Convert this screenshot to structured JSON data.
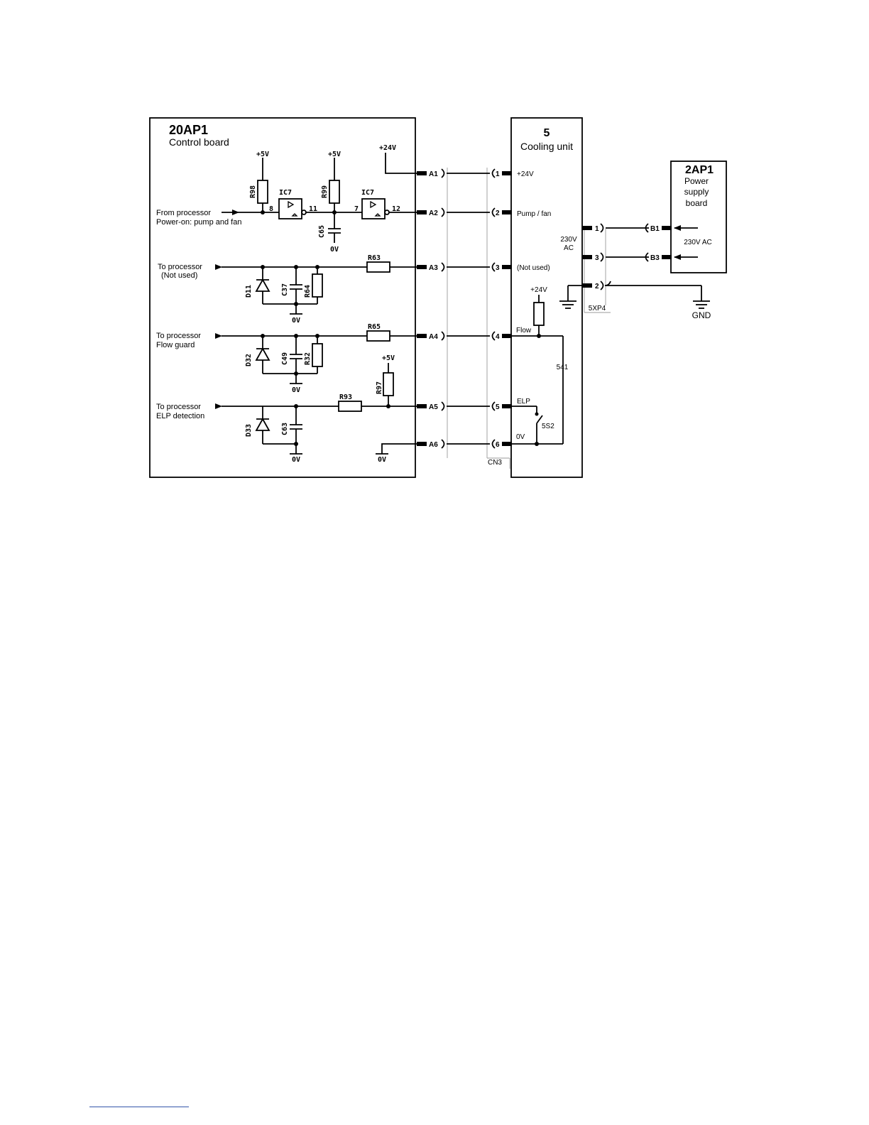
{
  "control_board": {
    "id": "20AP1",
    "name": "Control board"
  },
  "cooling_unit": {
    "id": "5",
    "name": "Cooling unit"
  },
  "power_board": {
    "id": "2AP1",
    "name_lines": [
      "Power",
      "supply",
      "board"
    ],
    "output": "230V AC"
  },
  "supplies": {
    "p5v": "+5V",
    "p24v": "+24V",
    "zero_v": "0V"
  },
  "components": {
    "R98": "R98",
    "R99": "R99",
    "IC7": "IC7",
    "C65": "C65",
    "R63": "R63",
    "D11": "D11",
    "C37": "C37",
    "R64": "R64",
    "R65": "R65",
    "D32": "D32",
    "C49": "C49",
    "R32": "R32",
    "R93": "R93",
    "R97": "R97",
    "D33": "D33",
    "C63": "C63"
  },
  "ic_pins": {
    "in1": "8",
    "out1": "11",
    "in2": "7",
    "out2": "12"
  },
  "signals": {
    "pump_fan_in": [
      "From processor",
      "Power-on: pump and fan"
    ],
    "not_used_out": [
      "To processor",
      "(Not used)"
    ],
    "flow_guard_out": [
      "To processor",
      "Flow guard"
    ],
    "elp_out": [
      "To processor",
      "ELP detection"
    ]
  },
  "cn3": {
    "name": "CN3",
    "board_pins": [
      "A1",
      "A2",
      "A3",
      "A4",
      "A5",
      "A6"
    ],
    "unit_pins": [
      "1",
      "2",
      "3",
      "4",
      "5",
      "6"
    ],
    "unit_labels": [
      "+24V",
      "Pump / fan",
      "(Not used)",
      "Flow",
      "ELP",
      "0V"
    ]
  },
  "cooling_internal": {
    "wire": "541",
    "switch": "5S2"
  },
  "xp4": {
    "name": "5XP4",
    "unit_pins": [
      "1",
      "3",
      "2"
    ],
    "board_pins": [
      "B1",
      "B3"
    ],
    "mains_label": [
      "230V",
      "AC"
    ],
    "ground_label": "GND"
  }
}
